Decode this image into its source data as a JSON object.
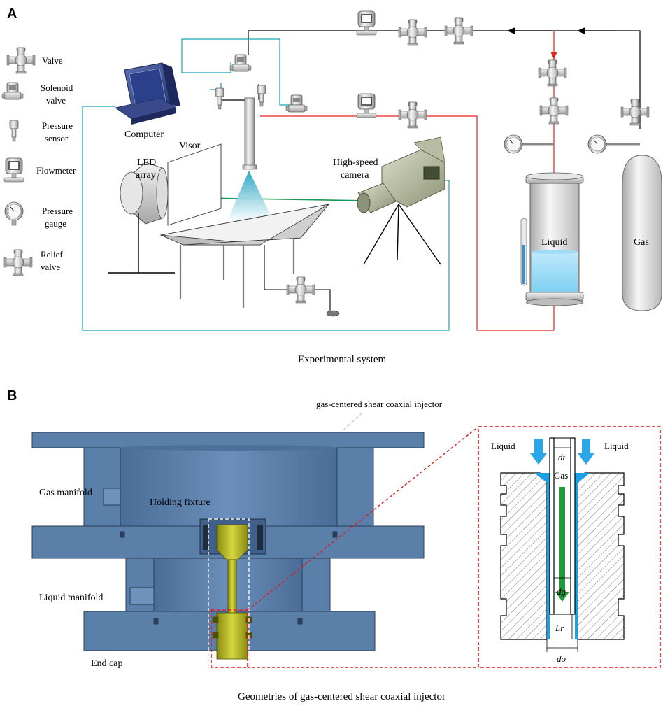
{
  "panels": {
    "a": {
      "letter": "A",
      "caption": "Experimental system"
    },
    "b": {
      "letter": "B",
      "caption": "Geometries of gas-centered shear coaxial injector"
    }
  },
  "legend": [
    {
      "icon": "valve-icon",
      "lines": [
        "Valve"
      ]
    },
    {
      "icon": "solenoid-valve-icon",
      "lines": [
        "Solenoid",
        "valve"
      ]
    },
    {
      "icon": "pressure-sensor-icon",
      "lines": [
        "Pressure",
        "sensor"
      ]
    },
    {
      "icon": "flowmeter-icon",
      "lines": [
        "Flowmeter"
      ]
    },
    {
      "icon": "pressure-gauge-icon",
      "lines": [
        "Pressure",
        "gauge"
      ]
    },
    {
      "icon": "relief-valve-icon",
      "lines": [
        "Relief",
        "valve"
      ]
    }
  ],
  "system_labels": {
    "computer": "Computer",
    "visor": "Visor",
    "led_array": [
      "LED",
      "array"
    ],
    "camera": [
      "High-speed",
      "camera"
    ],
    "liquid": "Liquid",
    "gas": "Gas"
  },
  "injector_labels": {
    "injector": "gas-centered shear coaxial injector",
    "gas_manifold": "Gas manifold",
    "holding_fixture": "Holding fixture",
    "liquid_manifold": "Liquid manifold",
    "end_cap": "End cap"
  },
  "detail_labels": {
    "liquid_left": "Liquid",
    "liquid_right": "Liquid",
    "gas": "Gas",
    "dt": "dt",
    "dg": "dg",
    "lr": "Lr",
    "do": "do"
  },
  "colors": {
    "gas_line": "#000000",
    "liquid_line": "#e8201e",
    "signal_line": "#17a3b8",
    "laser_line": "#1a9a55",
    "injector_body": "#5a7fa8",
    "injector_dark": "#41608a",
    "injector_core": "#b5b81a",
    "liquid_fill": "#1aa0e6",
    "gas_arrow": "#1f9a3c",
    "detail_frame": "#e31a1c"
  }
}
